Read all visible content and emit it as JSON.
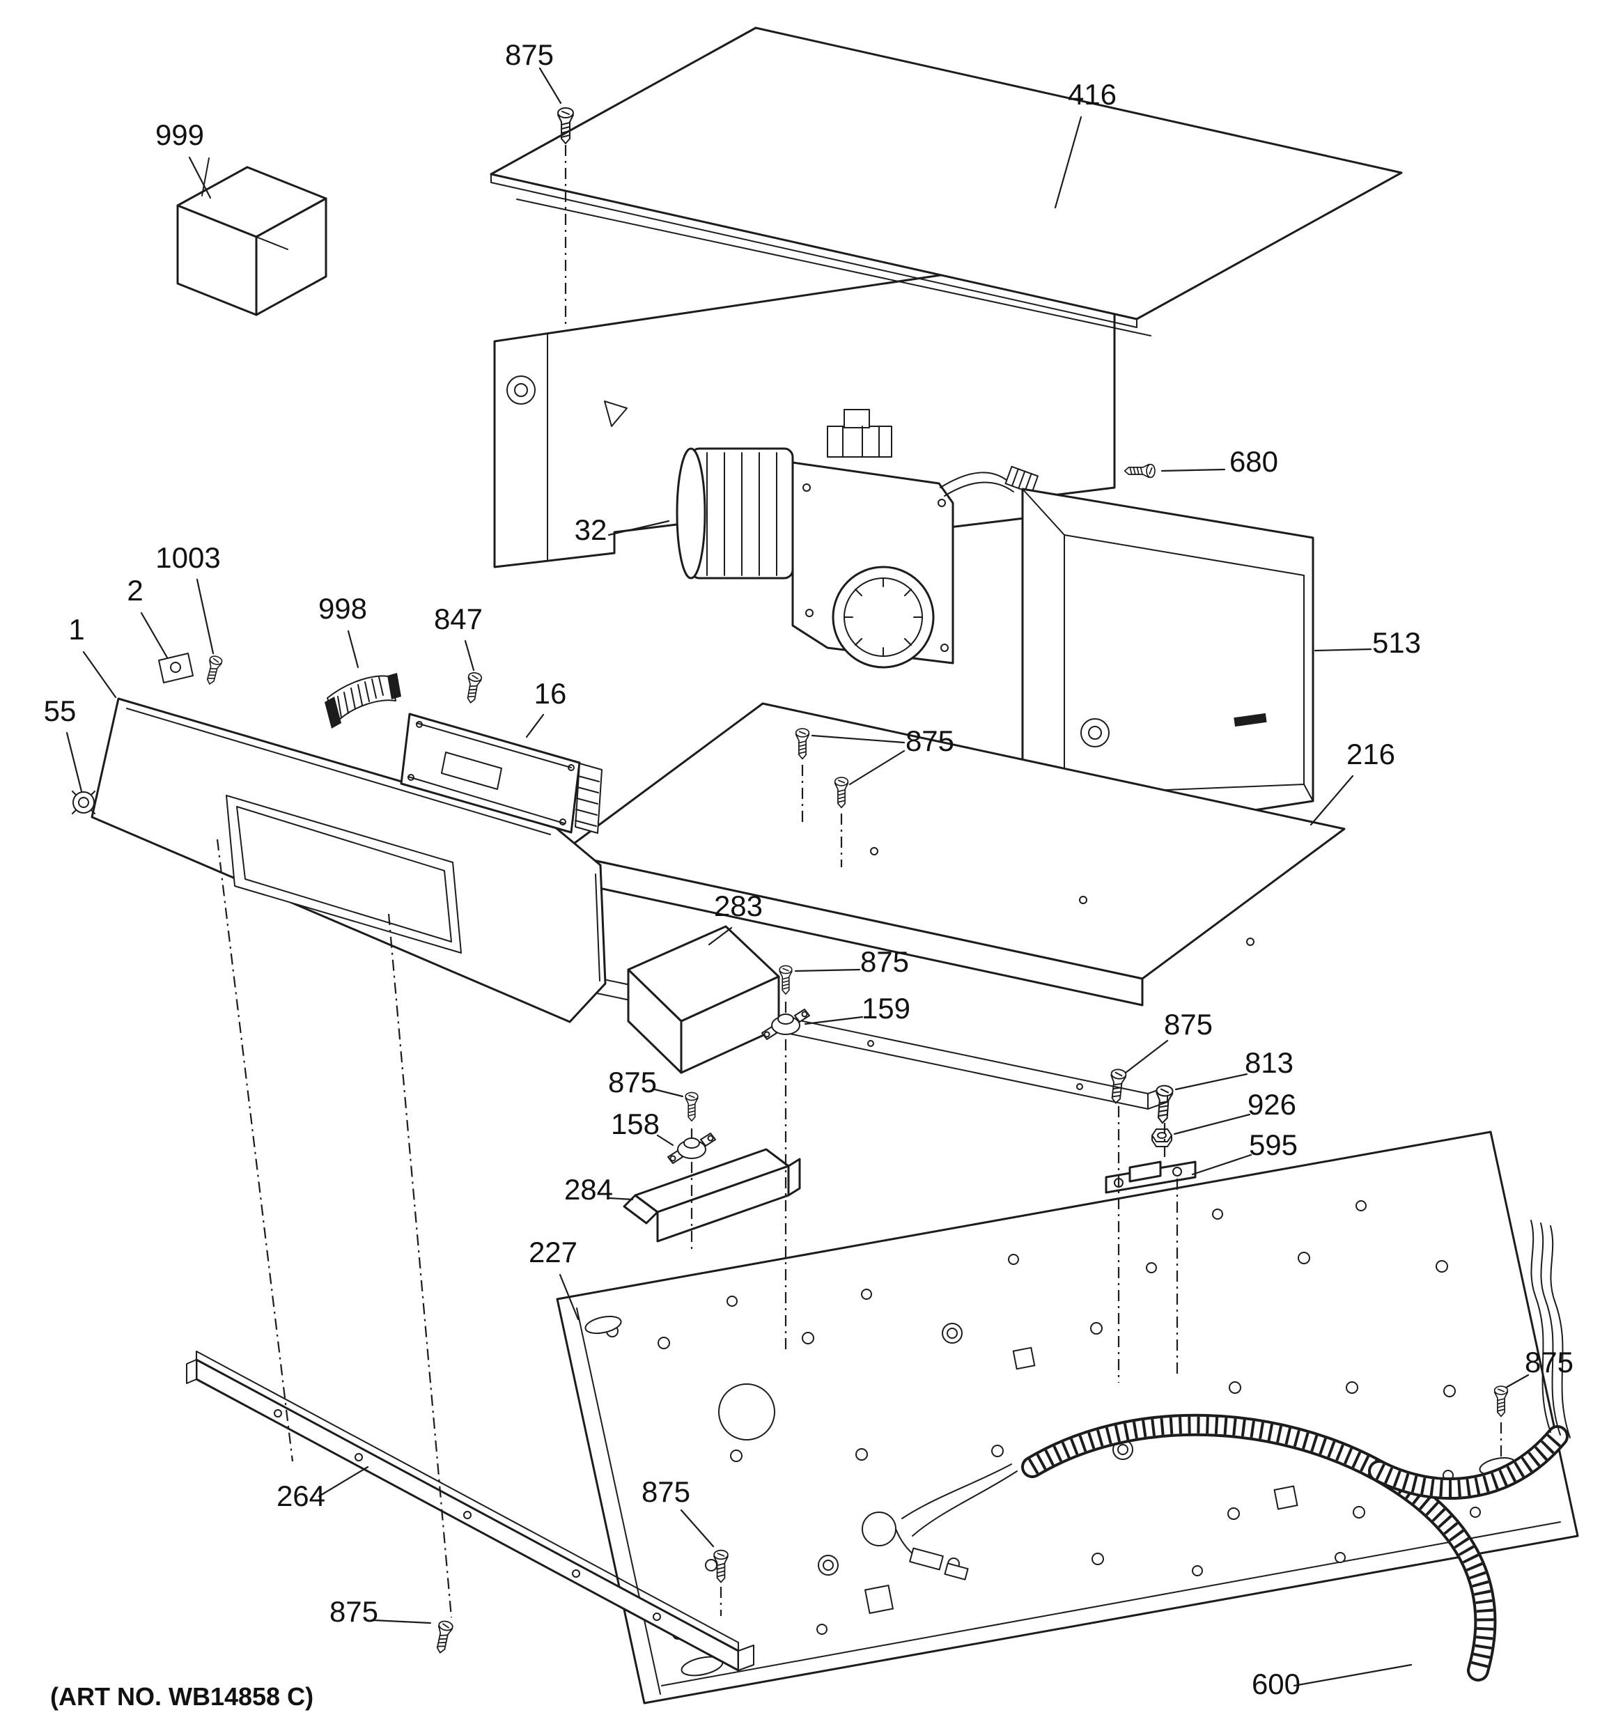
{
  "page": {
    "art_no": "(ART NO. WB14858 C)"
  },
  "parts": {
    "p1": "1",
    "p2": "2",
    "p16": "16",
    "p32": "32",
    "p55": "55",
    "p158": "158",
    "p159": "159",
    "p216": "216",
    "p227": "227",
    "p264": "264",
    "p283": "283",
    "p284": "284",
    "p416": "416",
    "p513": "513",
    "p595": "595",
    "p600": "600",
    "p680": "680",
    "p813": "813",
    "p847": "847",
    "p875": "875",
    "p926": "926",
    "p998": "998",
    "p999": "999",
    "p1003": "1003"
  }
}
